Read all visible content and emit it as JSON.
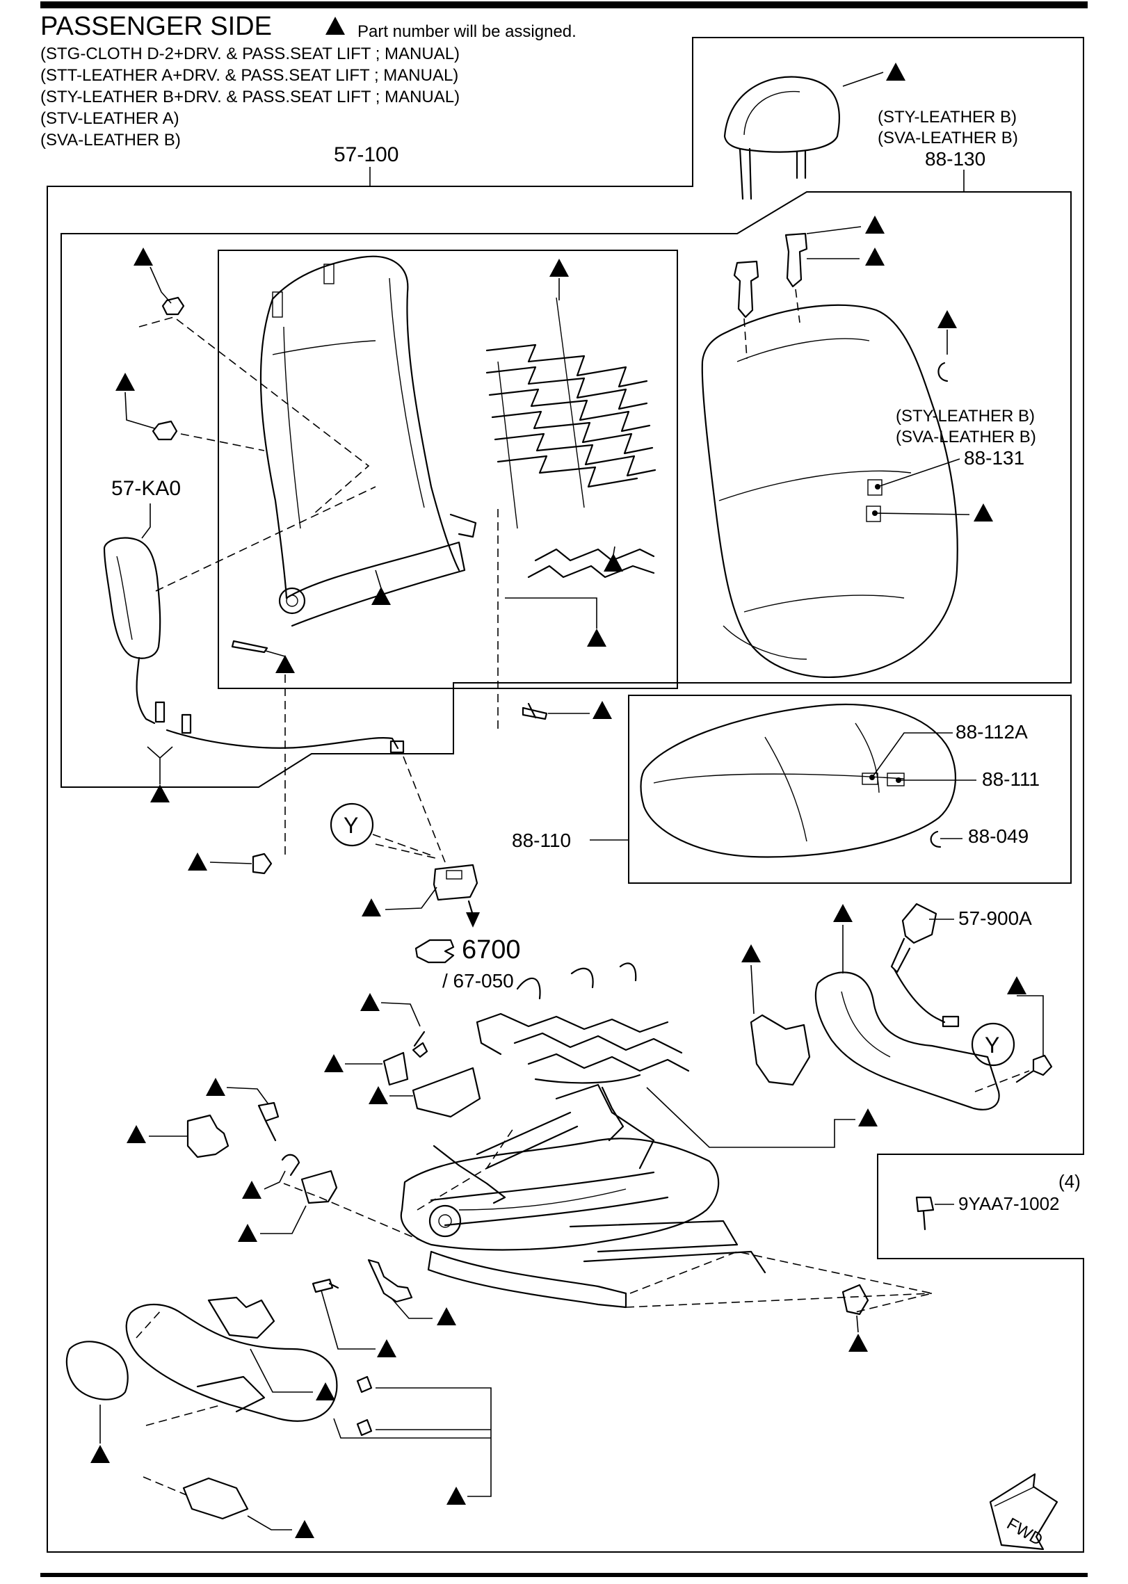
{
  "header": {
    "title": "PASSENGER SIDE",
    "note_symbol": "▲",
    "note": "Part number will be assigned.",
    "variants": [
      "(STG-CLOTH D-2+DRV. & PASS.SEAT LIFT ; MANUAL)",
      "(STT-LEATHER A+DRV. & PASS.SEAT LIFT ; MANUAL)",
      "(STY-LEATHER B+DRV. & PASS.SEAT LIFT ; MANUAL)",
      "(STV-LEATHER A)",
      "(SVA-LEATHER B)"
    ]
  },
  "callouts": {
    "assembly": "57-100",
    "headrest_cover_grades": [
      "(STY-LEATHER B)",
      "(SVA-LEATHER B)"
    ],
    "headrest_cover": "88-130",
    "back_cover_grades": [
      "(STY-LEATHER B)",
      "(SVA-LEATHER B)"
    ],
    "back_cover_part": "88-131",
    "side_airbag": "57-KA0",
    "cushion_pad_a": "88-112A",
    "cushion_pad": "88-111",
    "cushion_clip": "88-049",
    "cushion": "88-110",
    "connector_ref": "Y",
    "connector_ref_2": "Y",
    "wiring_ref": "6700",
    "wiring_sub_ref": "/ 67-050",
    "seat_belt": "57-900A",
    "bolt_qty": "(4)",
    "bolt": "9YAA7-1002",
    "fwd": "FWD"
  }
}
